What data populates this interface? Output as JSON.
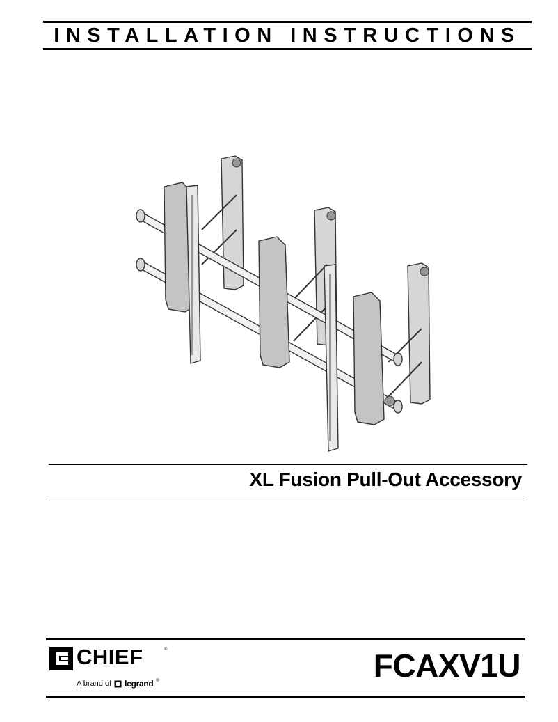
{
  "header": {
    "title": "INSTALLATION INSTRUCTIONS"
  },
  "product": {
    "name": "XL Fusion Pull-Out Accessory",
    "model": "FCAXV1U"
  },
  "brand": {
    "wordmark": "CHIEF",
    "registered": "®",
    "tagline": "A brand of",
    "parent": "legrand",
    "parent_mark": "®"
  },
  "illustration": {
    "icon": "wall-mount-bracket-illustration"
  }
}
